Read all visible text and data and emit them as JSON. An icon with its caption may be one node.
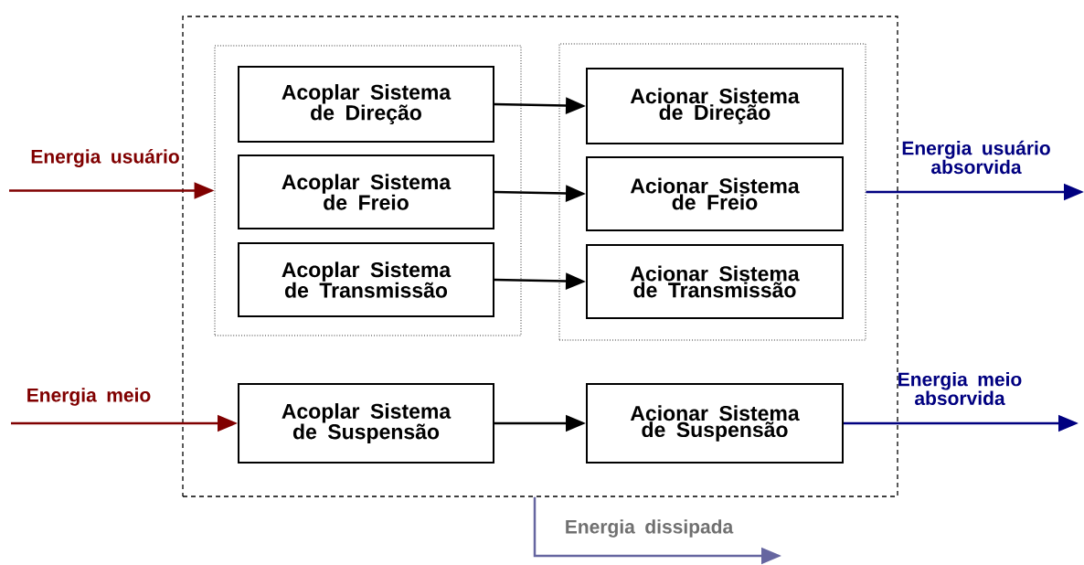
{
  "diagram": {
    "nodes": [
      {
        "text": [],
        "shape": "box"
      },
      {
        "text": [],
        "shape": "box",
        "in": 0
      },
      {
        "text": [],
        "shape": "box",
        "in": 0
      },
      {
        "text": [
          "Acoplar Sistema de Direção"
        ],
        "in": 1
      },
      {
        "text": [
          "Acoplar Sistema de Freio"
        ],
        "in": 1
      },
      {
        "text": [
          "Acoplar Sistema de Transmissão"
        ],
        "in": 1
      },
      {
        "text": [
          "Acionar Sistema de Direção"
        ],
        "in": 2
      },
      {
        "text": [
          "Acionar Sistema de Freio"
        ],
        "in": 2
      },
      {
        "text": [
          "Acionar Sistema de Transmissão"
        ],
        "in": 2
      },
      {
        "text": [
          "Acoplar Sistema de Suspensão"
        ],
        "in": 0
      },
      {
        "text": [
          "Acionar Sistema de Suspensão"
        ],
        "in": 0
      }
    ],
    "edges": [
      {
        "from": 3,
        "to": 6,
        "arrow": "to"
      },
      {
        "from": 4,
        "to": 7,
        "arrow": "to"
      },
      {
        "from": 5,
        "to": 8,
        "arrow": "to"
      },
      {
        "from": 9,
        "to": 10,
        "arrow": "to"
      },
      {
        "from": null,
        "to": 1,
        "arrow": "to",
        "label": "Energia usuário",
        "color": "#800000"
      },
      {
        "from": null,
        "to": 9,
        "arrow": "to",
        "label": "Energia meio",
        "color": "#800000"
      },
      {
        "from": 2,
        "to": null,
        "arrow": "to",
        "label": "Energia usuário absorvida",
        "color": "#000080"
      },
      {
        "from": 10,
        "to": null,
        "arrow": "to",
        "label": "Energia meio absorvida",
        "color": "#000080"
      },
      {
        "from": 0,
        "to": null,
        "arrow": "to",
        "label": "Energia dissipada",
        "color": "#6666a0"
      }
    ]
  }
}
